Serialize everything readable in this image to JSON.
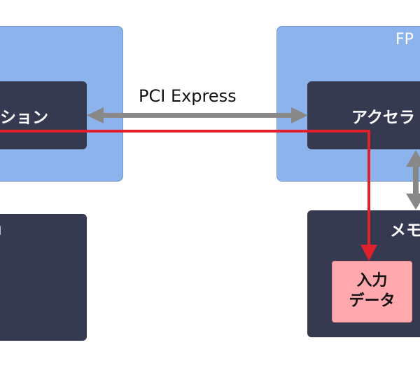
{
  "diagram": {
    "host": {
      "app_label": "ション"
    },
    "fpga": {
      "title": "FP",
      "accel_label": "アクセラ"
    },
    "link": {
      "label": "PCI Express"
    },
    "left_dark": {
      "label": "」"
    },
    "memory": {
      "label": "メモ",
      "input_data_line1": "入力",
      "input_data_line2": "データ"
    },
    "colors": {
      "blue_box": "#8db3ec",
      "dark_box": "#363a50",
      "input_box": "#ffa8ad",
      "data_path": "#e0202a",
      "arrow_gray": "#888888"
    }
  }
}
